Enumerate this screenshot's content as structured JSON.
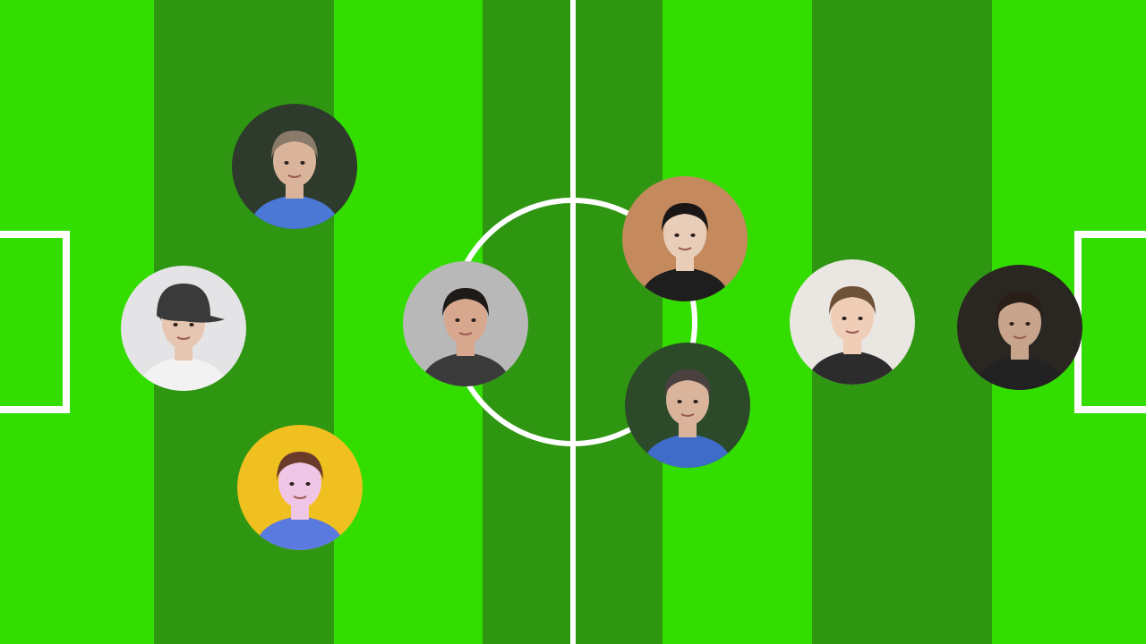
{
  "pitch": {
    "colors": {
      "light_grass": "#33DD00",
      "dark_grass": "#2F9612",
      "line": "#FFFFFF"
    },
    "stripes": [
      "light",
      "dark",
      "light",
      "dark",
      "dark",
      "light",
      "dark",
      "light"
    ]
  },
  "players": [
    {
      "id": "left-1",
      "team": "left",
      "background": "#2E3A2C",
      "skin": "#D9B49A",
      "hair": "#8A7A6A",
      "shirt": "#4A78D4",
      "hat": null
    },
    {
      "id": "left-2",
      "team": "left",
      "background": "#E4E4E6",
      "skin": "#E6C6B0",
      "hair": "#2A2A2A",
      "shirt": "#F2F2F2",
      "hat": "#3A3A3A"
    },
    {
      "id": "left-3",
      "team": "left",
      "background": "#F0C020",
      "skin": "#F0C6E6",
      "hair": "#6A3A2A",
      "shirt": "#5A7AE0",
      "hat": null
    },
    {
      "id": "left-4",
      "team": "left",
      "background": "#B8B8B8",
      "skin": "#D8A88E",
      "hair": "#1E1A18",
      "shirt": "#3A3A3A",
      "hat": null
    },
    {
      "id": "right-1",
      "team": "right",
      "background": "#C48A5E",
      "skin": "#E8CDB8",
      "hair": "#1A1616",
      "shirt": "#1E1E1E",
      "hat": null
    },
    {
      "id": "right-2",
      "team": "right",
      "background": "#2C4A2A",
      "skin": "#D9B49A",
      "hair": "#4A4040",
      "shirt": "#3E6CC8",
      "hat": null
    },
    {
      "id": "right-3",
      "team": "right",
      "background": "#EAE6E2",
      "skin": "#F0CDB6",
      "hair": "#6E5238",
      "shirt": "#2C2C2C",
      "hat": null
    },
    {
      "id": "right-4",
      "team": "right",
      "background": "#2A2622",
      "skin": "#C8A48C",
      "hair": "#2A1E18",
      "shirt": "#222222",
      "hat": null
    }
  ]
}
